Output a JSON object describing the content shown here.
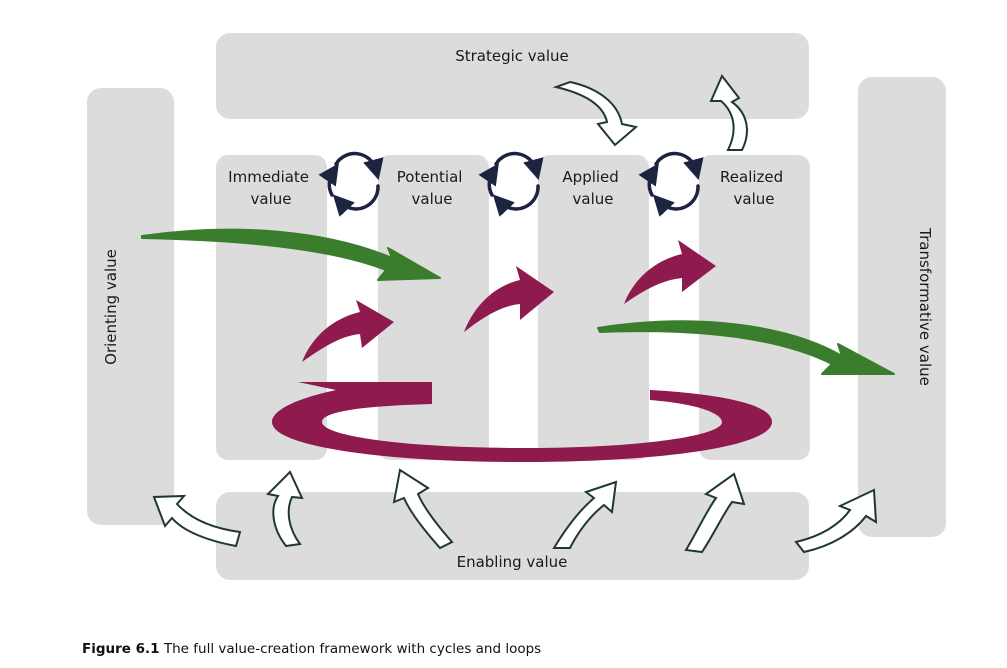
{
  "diagram": {
    "strategic_label": "Strategic value",
    "orienting_label": "Orienting value",
    "transformative_label": "Transformative value",
    "enabling_label": "Enabling value",
    "columns": [
      {
        "line1": "Immediate",
        "line2": "value"
      },
      {
        "line1": "Potential",
        "line2": "value"
      },
      {
        "line1": "Applied",
        "line2": "value"
      },
      {
        "line1": "Realized",
        "line2": "value"
      }
    ],
    "colors": {
      "panel": "#dcdcdc",
      "green": "#3a7d2c",
      "magenta": "#8e1a4e",
      "navy": "#1c2440",
      "outline_arrow": "#1f3a2a"
    }
  },
  "caption": {
    "label": "Figure 6.1",
    "text": "The full value-creation framework with cycles and loops"
  }
}
